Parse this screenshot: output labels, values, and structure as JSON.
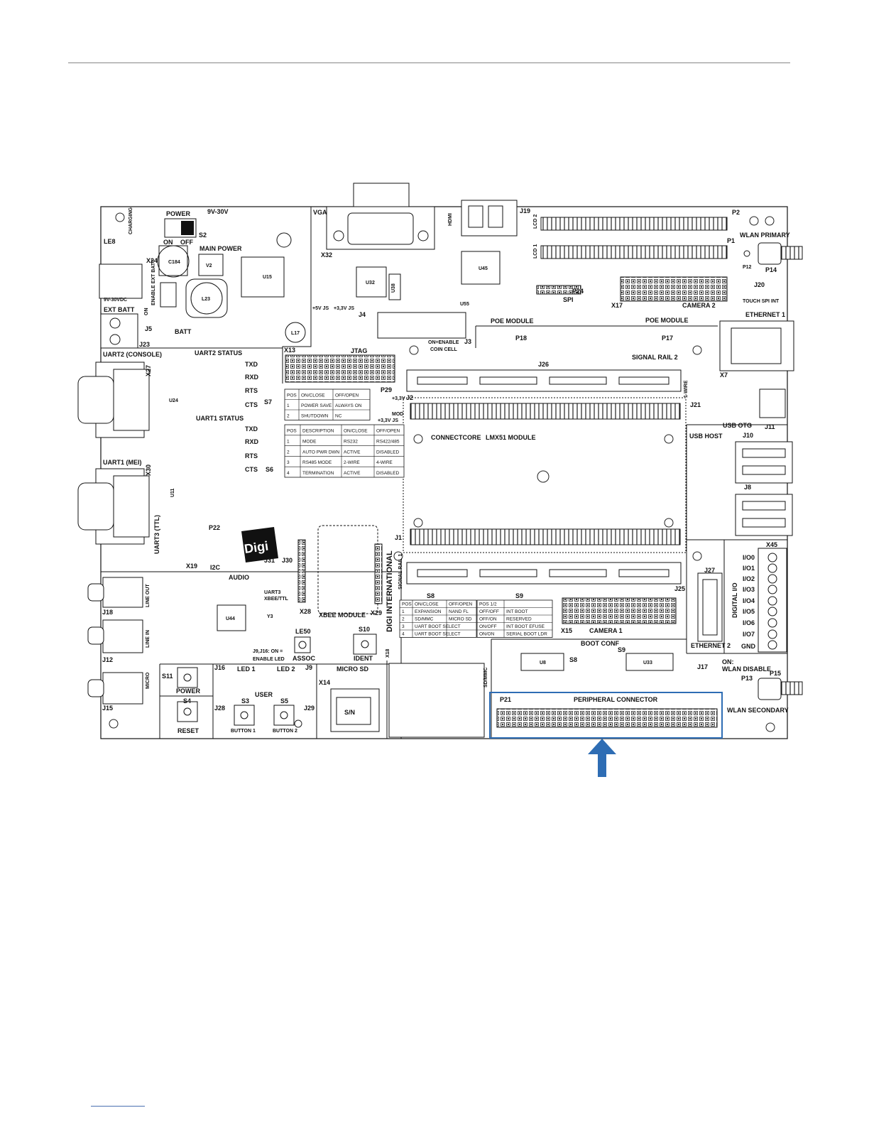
{
  "board": {
    "labels": {
      "power": "POWER",
      "v9_30": "9V-30V",
      "s2": "S2",
      "on": "ON",
      "off": "OFF",
      "led": "LE8",
      "charging": "CHARGING",
      "main_power": "MAIN POWER",
      "x24": "X24",
      "c184": "C184",
      "v2": "V2",
      "u15": "U15",
      "l23": "L23",
      "l17": "L17",
      "enable_ext_batt": "ENABLE EXT BATT",
      "vdc": "9V-30VDC",
      "ext_batt": "EXT BATT",
      "on_j5": "ON",
      "j5": "J5",
      "batt": "BATT",
      "j23": "J23",
      "vga": "VGA",
      "x32": "X32",
      "u32": "U32",
      "u38": "U38",
      "plus5v": "+5V JS",
      "plus33v": "+3,3V JS",
      "j4": "J4",
      "x13": "X13",
      "jtag": "JTAG",
      "hdmi": "HDMI",
      "j19": "J19",
      "u45": "U45",
      "u55": "U55",
      "lcd2": "LCD 2",
      "lcd1": "LCD 1",
      "p2": "P2",
      "p1": "P1",
      "spi": "SPI",
      "p24": "P24",
      "x17": "X17",
      "camera2": "CAMERA 2",
      "wlan_primary": "WLAN PRIMARY",
      "p12": "P12",
      "p14": "P14",
      "j20": "J20",
      "touch_spi_int": "TOUCH SPI INT",
      "ethernet1": "ETHERNET 1",
      "x7": "X7",
      "poe_module_1": "POE MODULE",
      "p18": "P18",
      "poe_module_2": "POE MODULE",
      "p17": "P17",
      "on_enable": "ON=ENABLE",
      "coin_cell": "COIN CELL",
      "j3": "J3",
      "j26": "J26",
      "signal_rail_2": "SIGNAL RAIL 2",
      "uart2_console": "UART2 (CONSOLE)",
      "x27": "X27",
      "uart2_status": "UART2 STATUS",
      "txd": "TXD",
      "rxd": "RXD",
      "rts": "RTS",
      "cts": "CTS",
      "s7": "S7",
      "u24": "U24",
      "uart1_status": "UART1 STATUS",
      "s6": "S6",
      "uart1_mei": "UART1 (MEI)",
      "x30": "X30",
      "u11": "U11",
      "uart3_ttl": "UART3 (TTL)",
      "x19": "X19",
      "p22": "P22",
      "i2c": "I2C",
      "p29": "P29",
      "j2": "J2",
      "v33_1": "+3,3V",
      "mod": "MOD",
      "v33_js": "+3,3V JS",
      "connectcore": "CONNECTCORE",
      "lmx51": "LMX51 MODULE",
      "one_wire": "1-WIRE",
      "j21": "J21",
      "usb_otg": "USB OTG",
      "j11": "J11",
      "usb_host": "USB HOST",
      "j10": "J10",
      "j8": "J8",
      "x45": "X45",
      "io0": "I/O0",
      "io1": "I/O1",
      "io2": "I/O2",
      "io3": "I/O3",
      "io4": "I/O4",
      "io5": "I/O5",
      "io6": "I/O6",
      "io7": "I/O7",
      "gnd": "GND",
      "digital_io": "DIGITAL I/O",
      "j27": "J27",
      "ethernet2": "ETHERNET 2",
      "j25": "J25",
      "j1": "J1",
      "digi_international": "DIGI INTERNATIONAL",
      "signal_rail_1": "SIGNAL RAIL 1",
      "audio": "AUDIO",
      "line_out": "LINE OUT",
      "j18": "J18",
      "line_in": "LINE IN",
      "j12": "J12",
      "micro": "MICRO",
      "j15": "J15",
      "j31": "J31",
      "j30": "J30",
      "uart3_xbee": "UART3",
      "xbee_ttl": "XBEE/TTL",
      "u44": "U44",
      "y3": "Y3",
      "x28": "X28",
      "xbee_module": "XBEE MODULE",
      "x29": "X29",
      "j9_j16": "J9,J16: ON =",
      "enable_led": "ENABLE LED",
      "le50": "LE50",
      "s10": "S10",
      "assoc": "ASSOC",
      "ident": "IDENT",
      "s11": "S11",
      "power_btn": "POWER",
      "j16": "J16",
      "led1": "LED 1",
      "led2": "LED 2",
      "j9": "J9",
      "user": "USER",
      "s4": "S4",
      "s3": "S3",
      "s5": "S5",
      "j28": "J28",
      "j29": "J29",
      "reset": "RESET",
      "button1": "BUTTON 1",
      "button2": "BUTTON 2",
      "micro_sd": "MICRO SD",
      "x14": "X14",
      "sn": "S/N",
      "x18": "X18",
      "sdmmc": "SD/MMC",
      "s8": "S8",
      "s9": "S9",
      "x15": "X15",
      "camera1": "CAMERA 1",
      "boot_conf": "BOOT CONF",
      "u8": "U8",
      "u33": "U33",
      "j17": "J17",
      "on_wlan": "ON:",
      "wlan_disable": "WLAN DISABLE",
      "p13": "P13",
      "p15": "P15",
      "p21": "P21",
      "peripheral_connector": "PERIPHERAL CONNECTOR",
      "wlan_secondary": "WLAN SECONDARY",
      "digi_logo": "Digi"
    },
    "table_s7": {
      "headers": [
        "POS",
        "ON/CLOSE",
        "OFF/OPEN"
      ],
      "rows": [
        [
          "1",
          "POWER SAVE",
          "ALWAYS ON"
        ],
        [
          "2",
          "SHUTDOWN",
          "NC"
        ]
      ]
    },
    "table_s6": {
      "headers": [
        "POS",
        "DESCRIPTION",
        "ON/CLOSE",
        "OFF/OPEN"
      ],
      "rows": [
        [
          "1",
          "MODE",
          "RS232",
          "RS422/485"
        ],
        [
          "2",
          "AUTO PWR DWN",
          "ACTIVE",
          "DISABLED"
        ],
        [
          "3",
          "RS485 MODE",
          "2-WIRE",
          "4-WIRE"
        ],
        [
          "4",
          "TERMINATION",
          "ACTIVE",
          "DISABLED"
        ]
      ]
    },
    "table_s8": {
      "headers": [
        "POS",
        "ON/CLOSE",
        "OFF/OPEN"
      ],
      "rows": [
        [
          "1",
          "EXPANSION",
          "NAND FL"
        ],
        [
          "2",
          "SD/MMC",
          "MICRO SD"
        ],
        [
          "3",
          "UART BOOT SELECT",
          ""
        ],
        [
          "4",
          "UART BOOT SELECT",
          ""
        ]
      ]
    },
    "table_s9": {
      "headers": [
        "POS 1/2",
        ""
      ],
      "rows": [
        [
          "OFF/OFF",
          "INT BOOT"
        ],
        [
          "OFF/ON",
          "RESERVED"
        ],
        [
          "ON/OFF",
          "INT BOOT EFUSE"
        ],
        [
          "ON/ON",
          "SERIAL BOOT LDR"
        ]
      ]
    }
  },
  "highlight_color": "#2e6db4",
  "arrow_color": "#2e6db4"
}
